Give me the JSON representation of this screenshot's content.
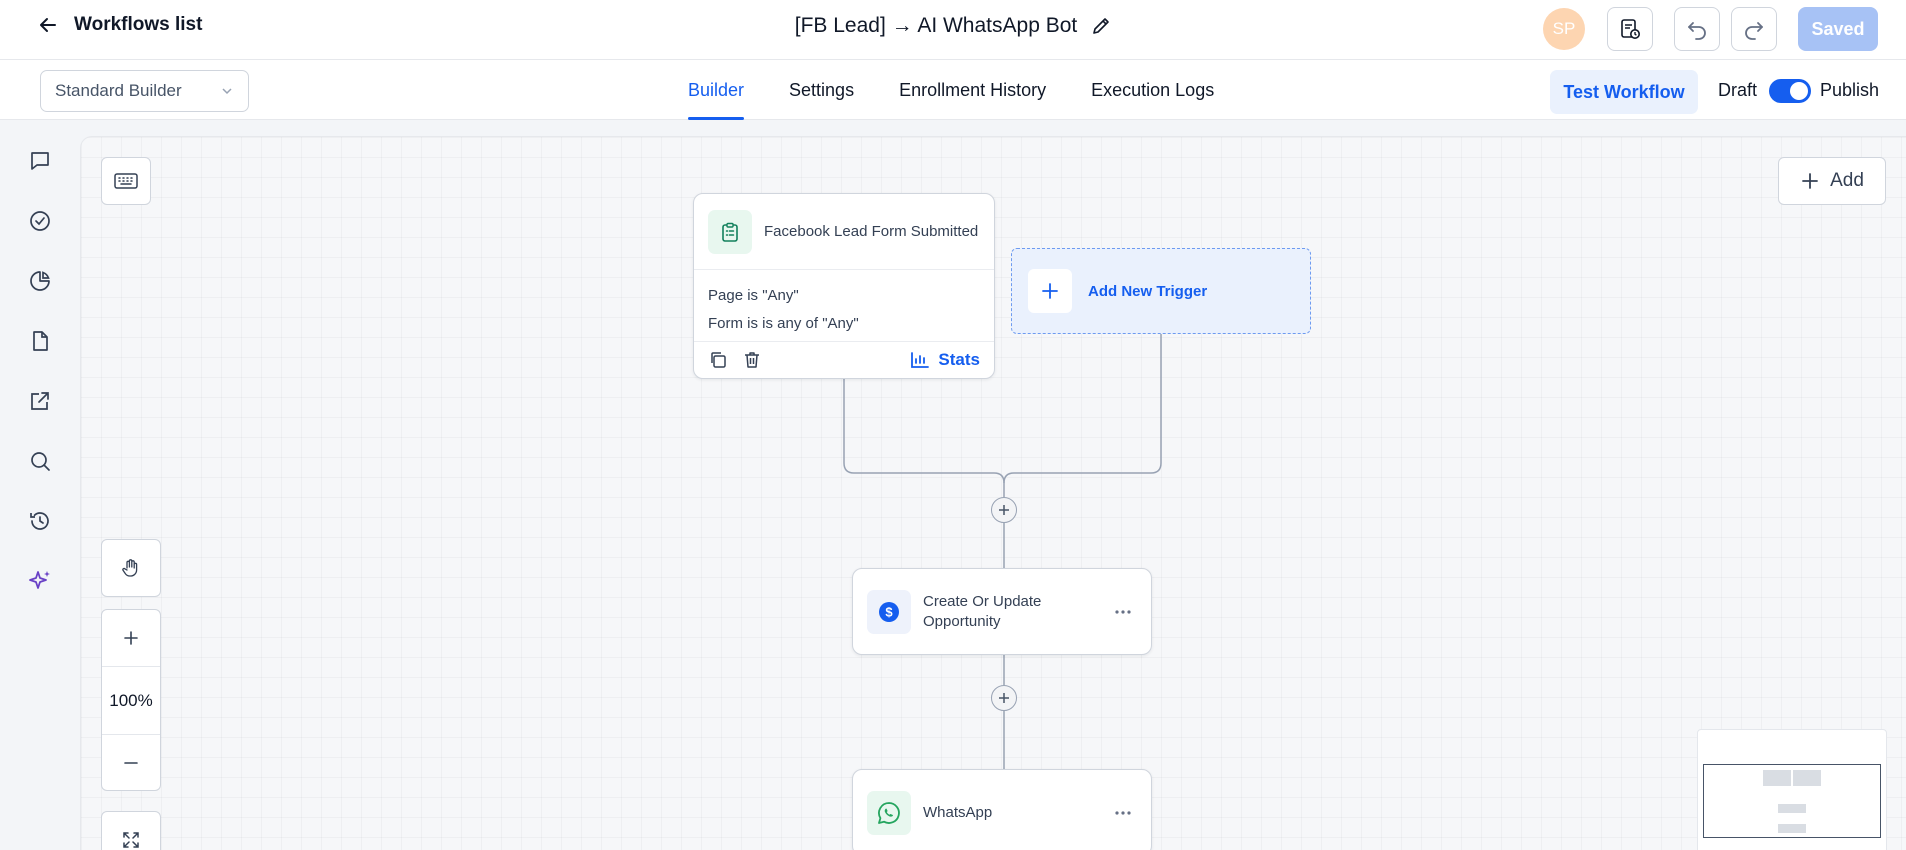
{
  "topbar": {
    "back_label": "Workflows list",
    "title": "[FB Lead] → AI WhatsApp Bot",
    "avatar_initials": "SP",
    "saved_label": "Saved"
  },
  "subbar": {
    "builder_mode": "Standard Builder",
    "tabs": [
      {
        "label": "Builder",
        "active": true
      },
      {
        "label": "Settings",
        "active": false
      },
      {
        "label": "Enrollment History",
        "active": false
      },
      {
        "label": "Execution Logs",
        "active": false
      }
    ],
    "test_label": "Test Workflow",
    "draft_label": "Draft",
    "publish_label": "Publish",
    "published": true
  },
  "rail": {
    "icons": [
      "chat-icon",
      "check-circle-icon",
      "pie-chart-icon",
      "document-icon",
      "external-link-icon",
      "search-icon",
      "history-icon",
      "ai-sparkle-icon"
    ]
  },
  "canvas": {
    "add_label": "Add",
    "zoom_level": "100%",
    "trigger": {
      "title": "Facebook Lead Form Submitted",
      "conditions": [
        "Page is \"Any\"",
        "Form is is any of \"Any\""
      ],
      "stats_label": "Stats"
    },
    "new_trigger_label": "Add New Trigger",
    "actions": [
      {
        "title": "Create Or Update Opportunity",
        "icon": "dollar-icon"
      },
      {
        "title": "WhatsApp",
        "icon": "whatsapp-icon"
      }
    ]
  },
  "colors": {
    "accent": "#155eef",
    "ai_purple": "#6941c6",
    "trigger_green": "#12805c",
    "whatsapp_green": "#25a55f"
  }
}
